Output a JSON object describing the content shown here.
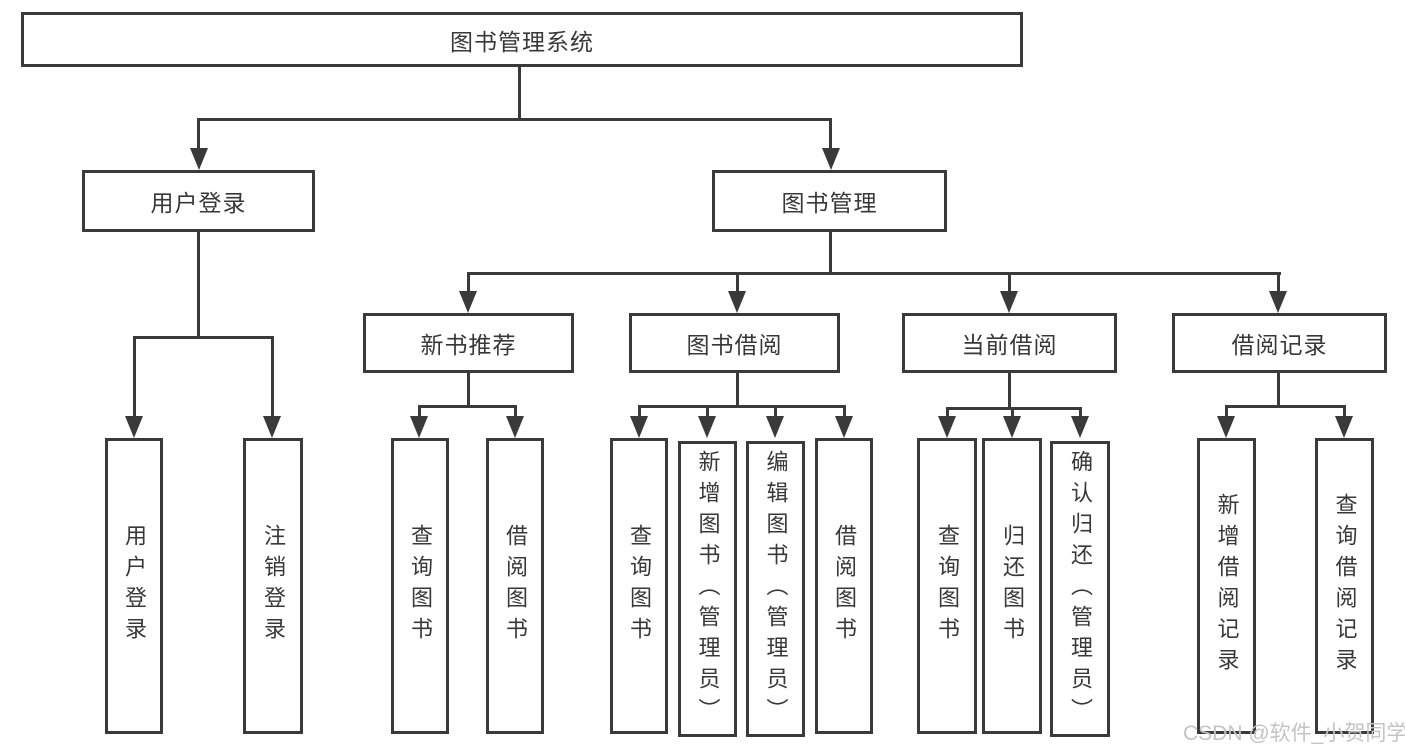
{
  "diagram_type": "tree-hierarchy",
  "watermark": "CSDN @软件_小贺同学",
  "colors": {
    "line": "#3a3a3a",
    "node_border": "#3a3a3a",
    "node_background": "#ffffff",
    "text": "#383838",
    "watermark": "#c4c4c4"
  },
  "root": {
    "label": "图书管理系统",
    "children": [
      {
        "label": "用户登录",
        "children": [
          {
            "label": "用户登录"
          },
          {
            "label": "注销登录"
          }
        ]
      },
      {
        "label": "图书管理",
        "children": [
          {
            "label": "新书推荐",
            "children": [
              {
                "label": "查询图书"
              },
              {
                "label": "借阅图书"
              }
            ]
          },
          {
            "label": "图书借阅",
            "children": [
              {
                "label": "查询图书"
              },
              {
                "label": "新增图书（管理员）"
              },
              {
                "label": "编辑图书（管理员）"
              },
              {
                "label": "借阅图书"
              }
            ]
          },
          {
            "label": "当前借阅",
            "children": [
              {
                "label": "查询图书"
              },
              {
                "label": "归还图书"
              },
              {
                "label": "确认归还（管理员）"
              }
            ]
          },
          {
            "label": "借阅记录",
            "children": [
              {
                "label": "新增借阅记录"
              },
              {
                "label": "查询借阅记录"
              }
            ]
          }
        ]
      }
    ]
  }
}
